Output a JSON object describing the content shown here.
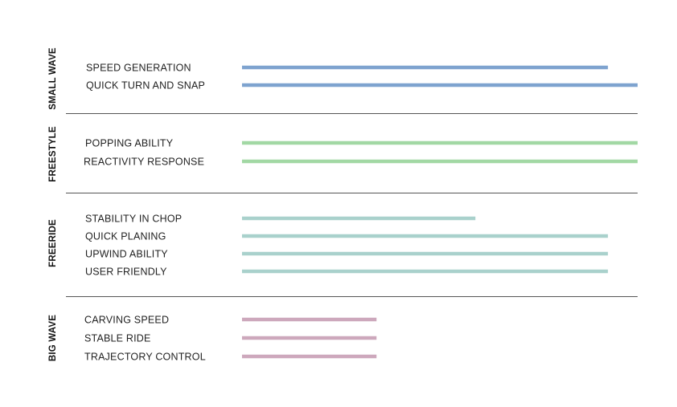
{
  "chart_data": {
    "type": "bar",
    "orientation": "horizontal",
    "xlim": [
      0,
      10
    ],
    "grid": false,
    "groups": [
      {
        "name": "SMALL WAVE",
        "color": "#7ea3cf",
        "items": [
          {
            "label": "SPEED GENERATION",
            "value": 9.25
          },
          {
            "label": "QUICK TURN AND SNAP",
            "value": 10
          }
        ]
      },
      {
        "name": "FREESTYLE",
        "color": "#a2d8a4",
        "items": [
          {
            "label": "POPPING ABILITY",
            "value": 10
          },
          {
            "label": "REACTIVITY RESPONSE",
            "value": 10
          }
        ]
      },
      {
        "name": "FREERIDE",
        "color": "#a9d1cc",
        "items": [
          {
            "label": "STABILITY IN CHOP",
            "value": 5.9
          },
          {
            "label": "QUICK PLANING",
            "value": 9.25
          },
          {
            "label": "UPWIND ABILITY",
            "value": 9.25
          },
          {
            "label": "USER FRIENDLY",
            "value": 9.25
          }
        ]
      },
      {
        "name": "BIG WAVE",
        "color": "#cda8bc",
        "items": [
          {
            "label": "CARVING SPEED",
            "value": 3.4
          },
          {
            "label": "STABLE RIDE",
            "value": 3.4
          },
          {
            "label": "TRAJECTORY CONTROL",
            "value": 3.4
          }
        ]
      }
    ]
  }
}
